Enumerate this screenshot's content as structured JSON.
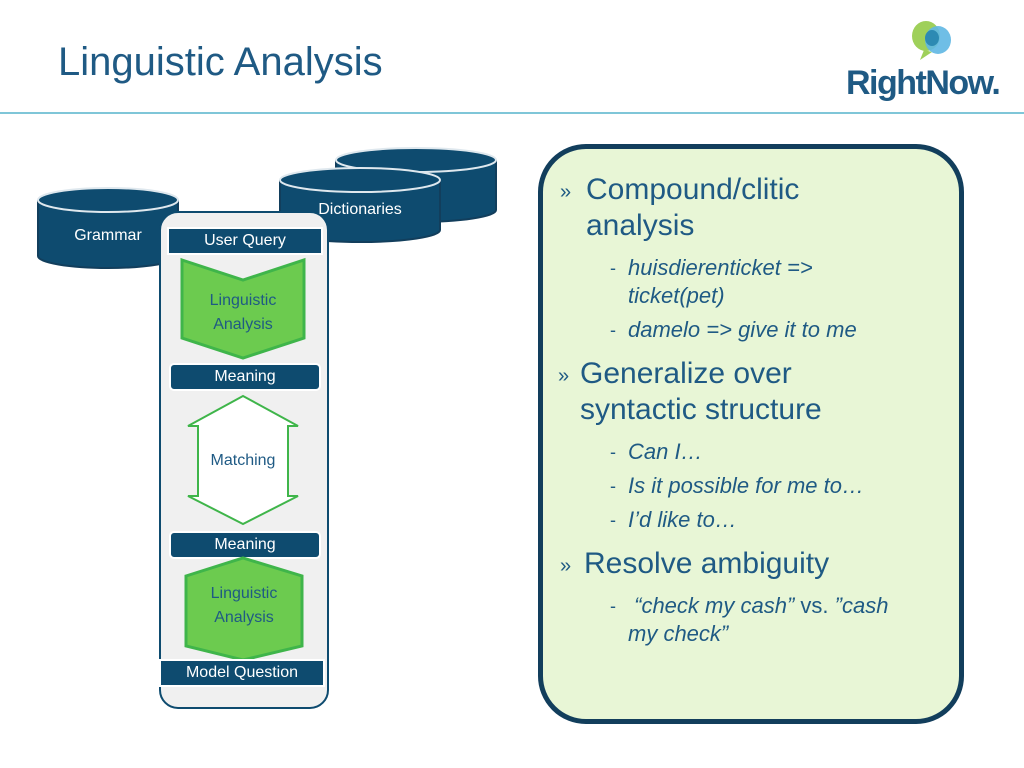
{
  "slide": {
    "title": "Linguistic Analysis"
  },
  "logo": {
    "text": "RightNow."
  },
  "diagram": {
    "grammar": "Grammar",
    "dictionaries": "Dictionaries",
    "user_query": "User Query",
    "linguistic_analysis_1": [
      "Linguistic",
      "Analysis"
    ],
    "meaning_1": "Meaning",
    "matching": "Matching",
    "meaning_2": "Meaning",
    "linguistic_analysis_2": [
      "Linguistic",
      "Analysis"
    ],
    "model_question": "Model Question"
  },
  "bullets": {
    "compound": {
      "label_1": "Compound/clitic",
      "label_2": "analysis",
      "sub1_1": "huisdierenticket =>",
      "sub1_2": "ticket(pet)",
      "sub2": "damelo => give it to me"
    },
    "generalize": {
      "label_1": "Generalize over",
      "label_2": "syntactic structure",
      "sub1": "Can I…",
      "sub2": "Is it possible for me to…",
      "sub3": "I’d like to…"
    },
    "ambiguity": {
      "label": "Resolve ambiguity",
      "sub_q1": "“check my cash”",
      "sub_vs": "vs.",
      "sub_q2": "”cash",
      "sub_q2b": "my check”"
    }
  },
  "colors": {
    "title": "#1f5a84",
    "navy": "#0e4b6f",
    "dark_navy": "#123e5c",
    "green": "#6ccb4f",
    "green_stroke": "#3fb54a",
    "panel_fill": "#e8f6d6",
    "rule": "#7fc6d8"
  }
}
